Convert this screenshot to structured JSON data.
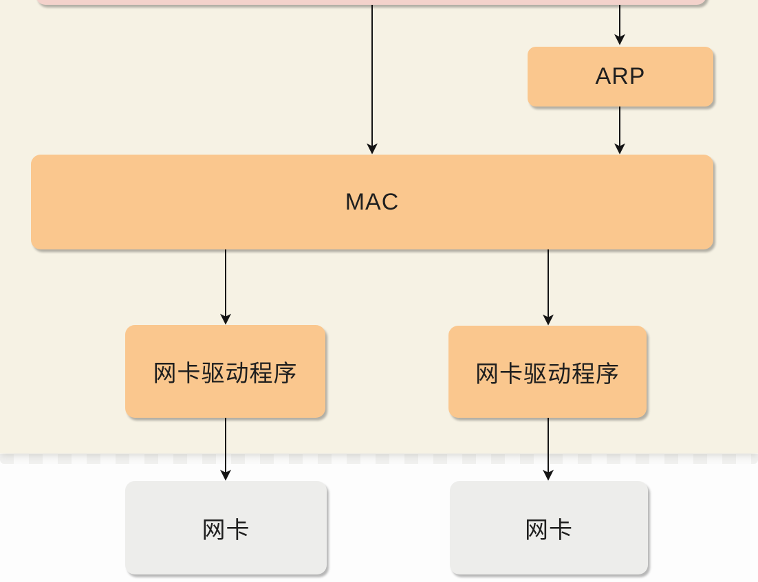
{
  "diagram": {
    "description": "network-protocol-stack-flow",
    "nodes": {
      "top_box": {
        "label": ""
      },
      "arp": {
        "label": "ARP"
      },
      "mac": {
        "label": "MAC"
      },
      "driver_left": {
        "label": "网卡驱动程序"
      },
      "driver_right": {
        "label": "网卡驱动程序"
      },
      "nic_left": {
        "label": "网卡"
      },
      "nic_right": {
        "label": "网卡"
      }
    },
    "edges": [
      {
        "from": "top_box",
        "to": "mac"
      },
      {
        "from": "top_box",
        "to": "arp"
      },
      {
        "from": "arp",
        "to": "mac"
      },
      {
        "from": "mac",
        "to": "driver_left"
      },
      {
        "from": "mac",
        "to": "driver_right"
      },
      {
        "from": "driver_left",
        "to": "nic_left"
      },
      {
        "from": "driver_right",
        "to": "nic_right"
      }
    ]
  },
  "colors": {
    "canvas_bg": "#FDFDFD",
    "paper_bg": "#F6F2E4",
    "node_orange": "#FAC78E",
    "node_pink": "#F3D2CB",
    "node_gray": "#EDEDEB",
    "arrow": "#141414",
    "text": "#1F1F1F"
  }
}
